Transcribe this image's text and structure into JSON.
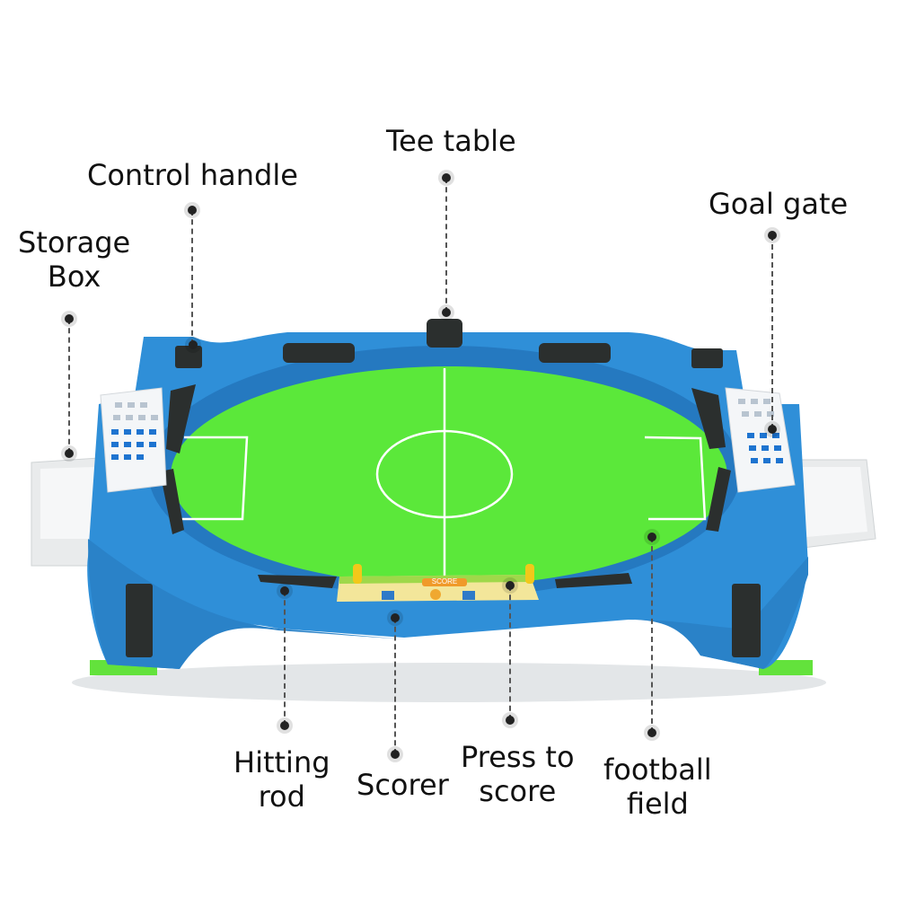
{
  "labels": {
    "tee_table": "Tee table",
    "control_handle": "Control handle",
    "storage_box_line1": "Storage",
    "storage_box_line2": "Box",
    "goal_gate": "Goal gate",
    "hitting_rod_line1": "Hitting",
    "hitting_rod_line2": "rod",
    "scorer": "Scorer",
    "press_to_score_line1": "Press to",
    "press_to_score_line2": "score",
    "football_field_line1": "football",
    "football_field_line2": "field"
  },
  "scoreboard": {
    "text": "SCORE"
  },
  "colors": {
    "frame_blue": "#2f8fd8",
    "frame_blue_dark": "#1f6fb4",
    "field_green": "#5be83a",
    "field_lines": "#ffffff",
    "rods": "#2b2f2e",
    "pegs": "#f2c81a",
    "goal_white": "#f4f6f8",
    "goal_net_blue": "#1e74d0"
  }
}
